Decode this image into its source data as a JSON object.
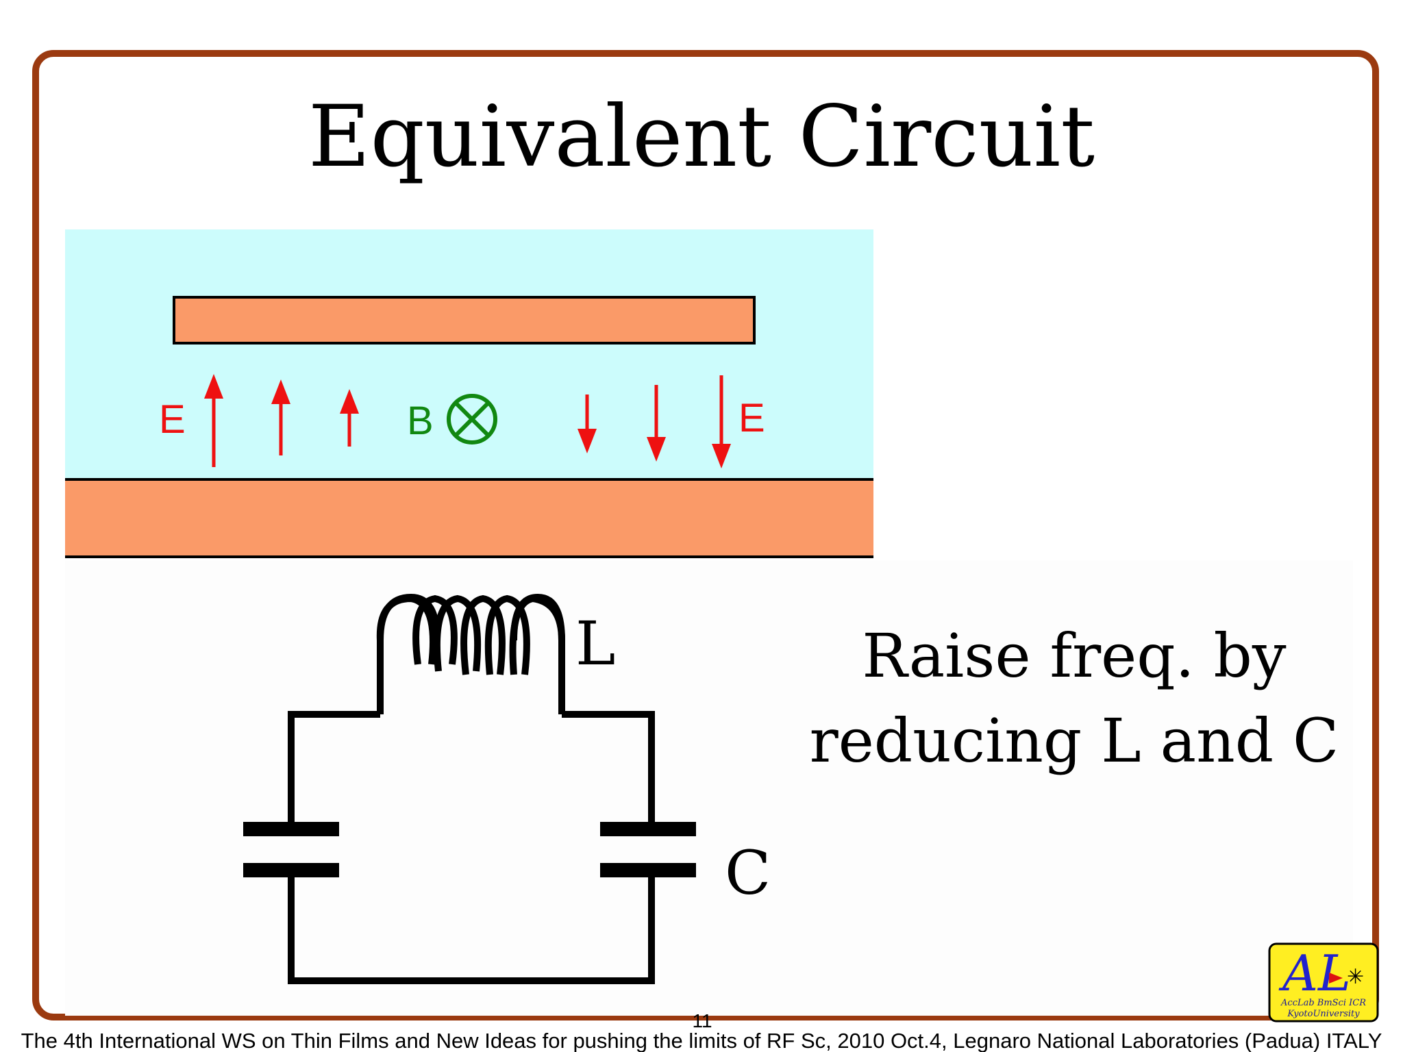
{
  "slide": {
    "title": "Equivalent Circuit",
    "note_line1": "Raise freq. by",
    "note_line2": "reducing L and C",
    "frame_color": "#9b3a10"
  },
  "field_diagram": {
    "background_color": "#ccfcfc",
    "plate_color": "#fa9a68",
    "arrow_color": "#ee1111",
    "b_color": "#118811",
    "e_label_left": "E",
    "e_label_right": "E",
    "b_label": "B",
    "b_symbol": "cross-circle-icon"
  },
  "circuit": {
    "inductor_label": "L",
    "capacitor_label": "C"
  },
  "footer": {
    "page_number": "11",
    "text": "The 4th International WS on Thin Films  and New Ideas for pushing the limits of RF Sc, 2010 Oct.4, Legnaro National Laboratories (Padua) ITALY"
  },
  "logo": {
    "mark": "AL",
    "line1": "AccLab BmSci ICR",
    "line2": "KyotoUniversity",
    "background": "#ffee22"
  }
}
